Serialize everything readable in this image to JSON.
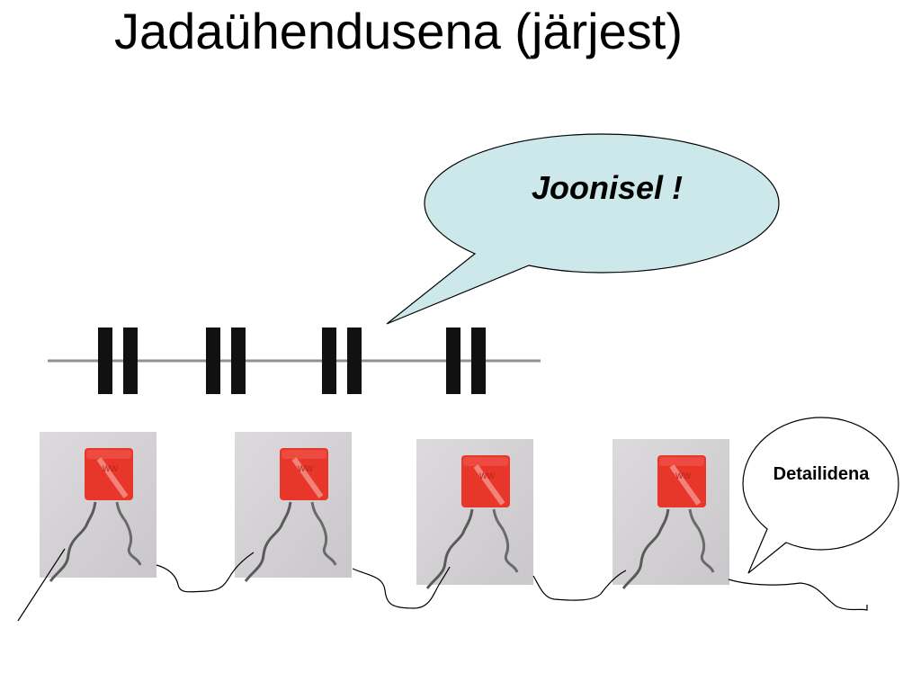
{
  "slide": {
    "title": "Jadaühendusena (järjest)"
  },
  "callouts": {
    "diagram": "Joonisel !",
    "details": "Detailidena"
  },
  "colors": {
    "bubble_fill": "#cce8ea",
    "capacitor_body": "#e8362b",
    "photo_background": "#d2d0d3",
    "plate": "#111111",
    "wire": "#909090"
  },
  "icons": {
    "capacitor_symbol": "capacitor-symbol-icon",
    "capacitor_photo": "ceramic-capacitor-photo"
  }
}
